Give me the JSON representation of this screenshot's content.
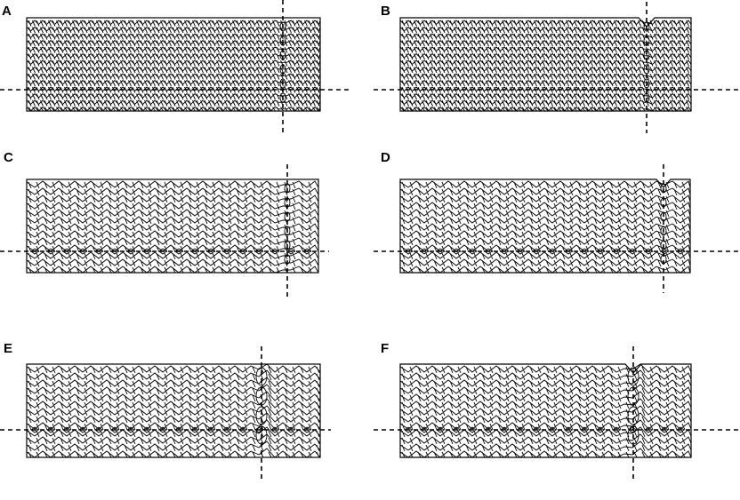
{
  "panels": [
    {
      "label": "A",
      "pattern": "chevron-dense",
      "defect": "line"
    },
    {
      "label": "B",
      "pattern": "chevron-dense",
      "defect": "notch"
    },
    {
      "label": "C",
      "pattern": "wave-diamond",
      "defect": "line"
    },
    {
      "label": "D",
      "pattern": "wave-diamond",
      "defect": "notch"
    },
    {
      "label": "E",
      "pattern": "wave-diamond",
      "defect": "eye"
    },
    {
      "label": "F",
      "pattern": "wave-diamond",
      "defect": "eye-notch"
    }
  ]
}
